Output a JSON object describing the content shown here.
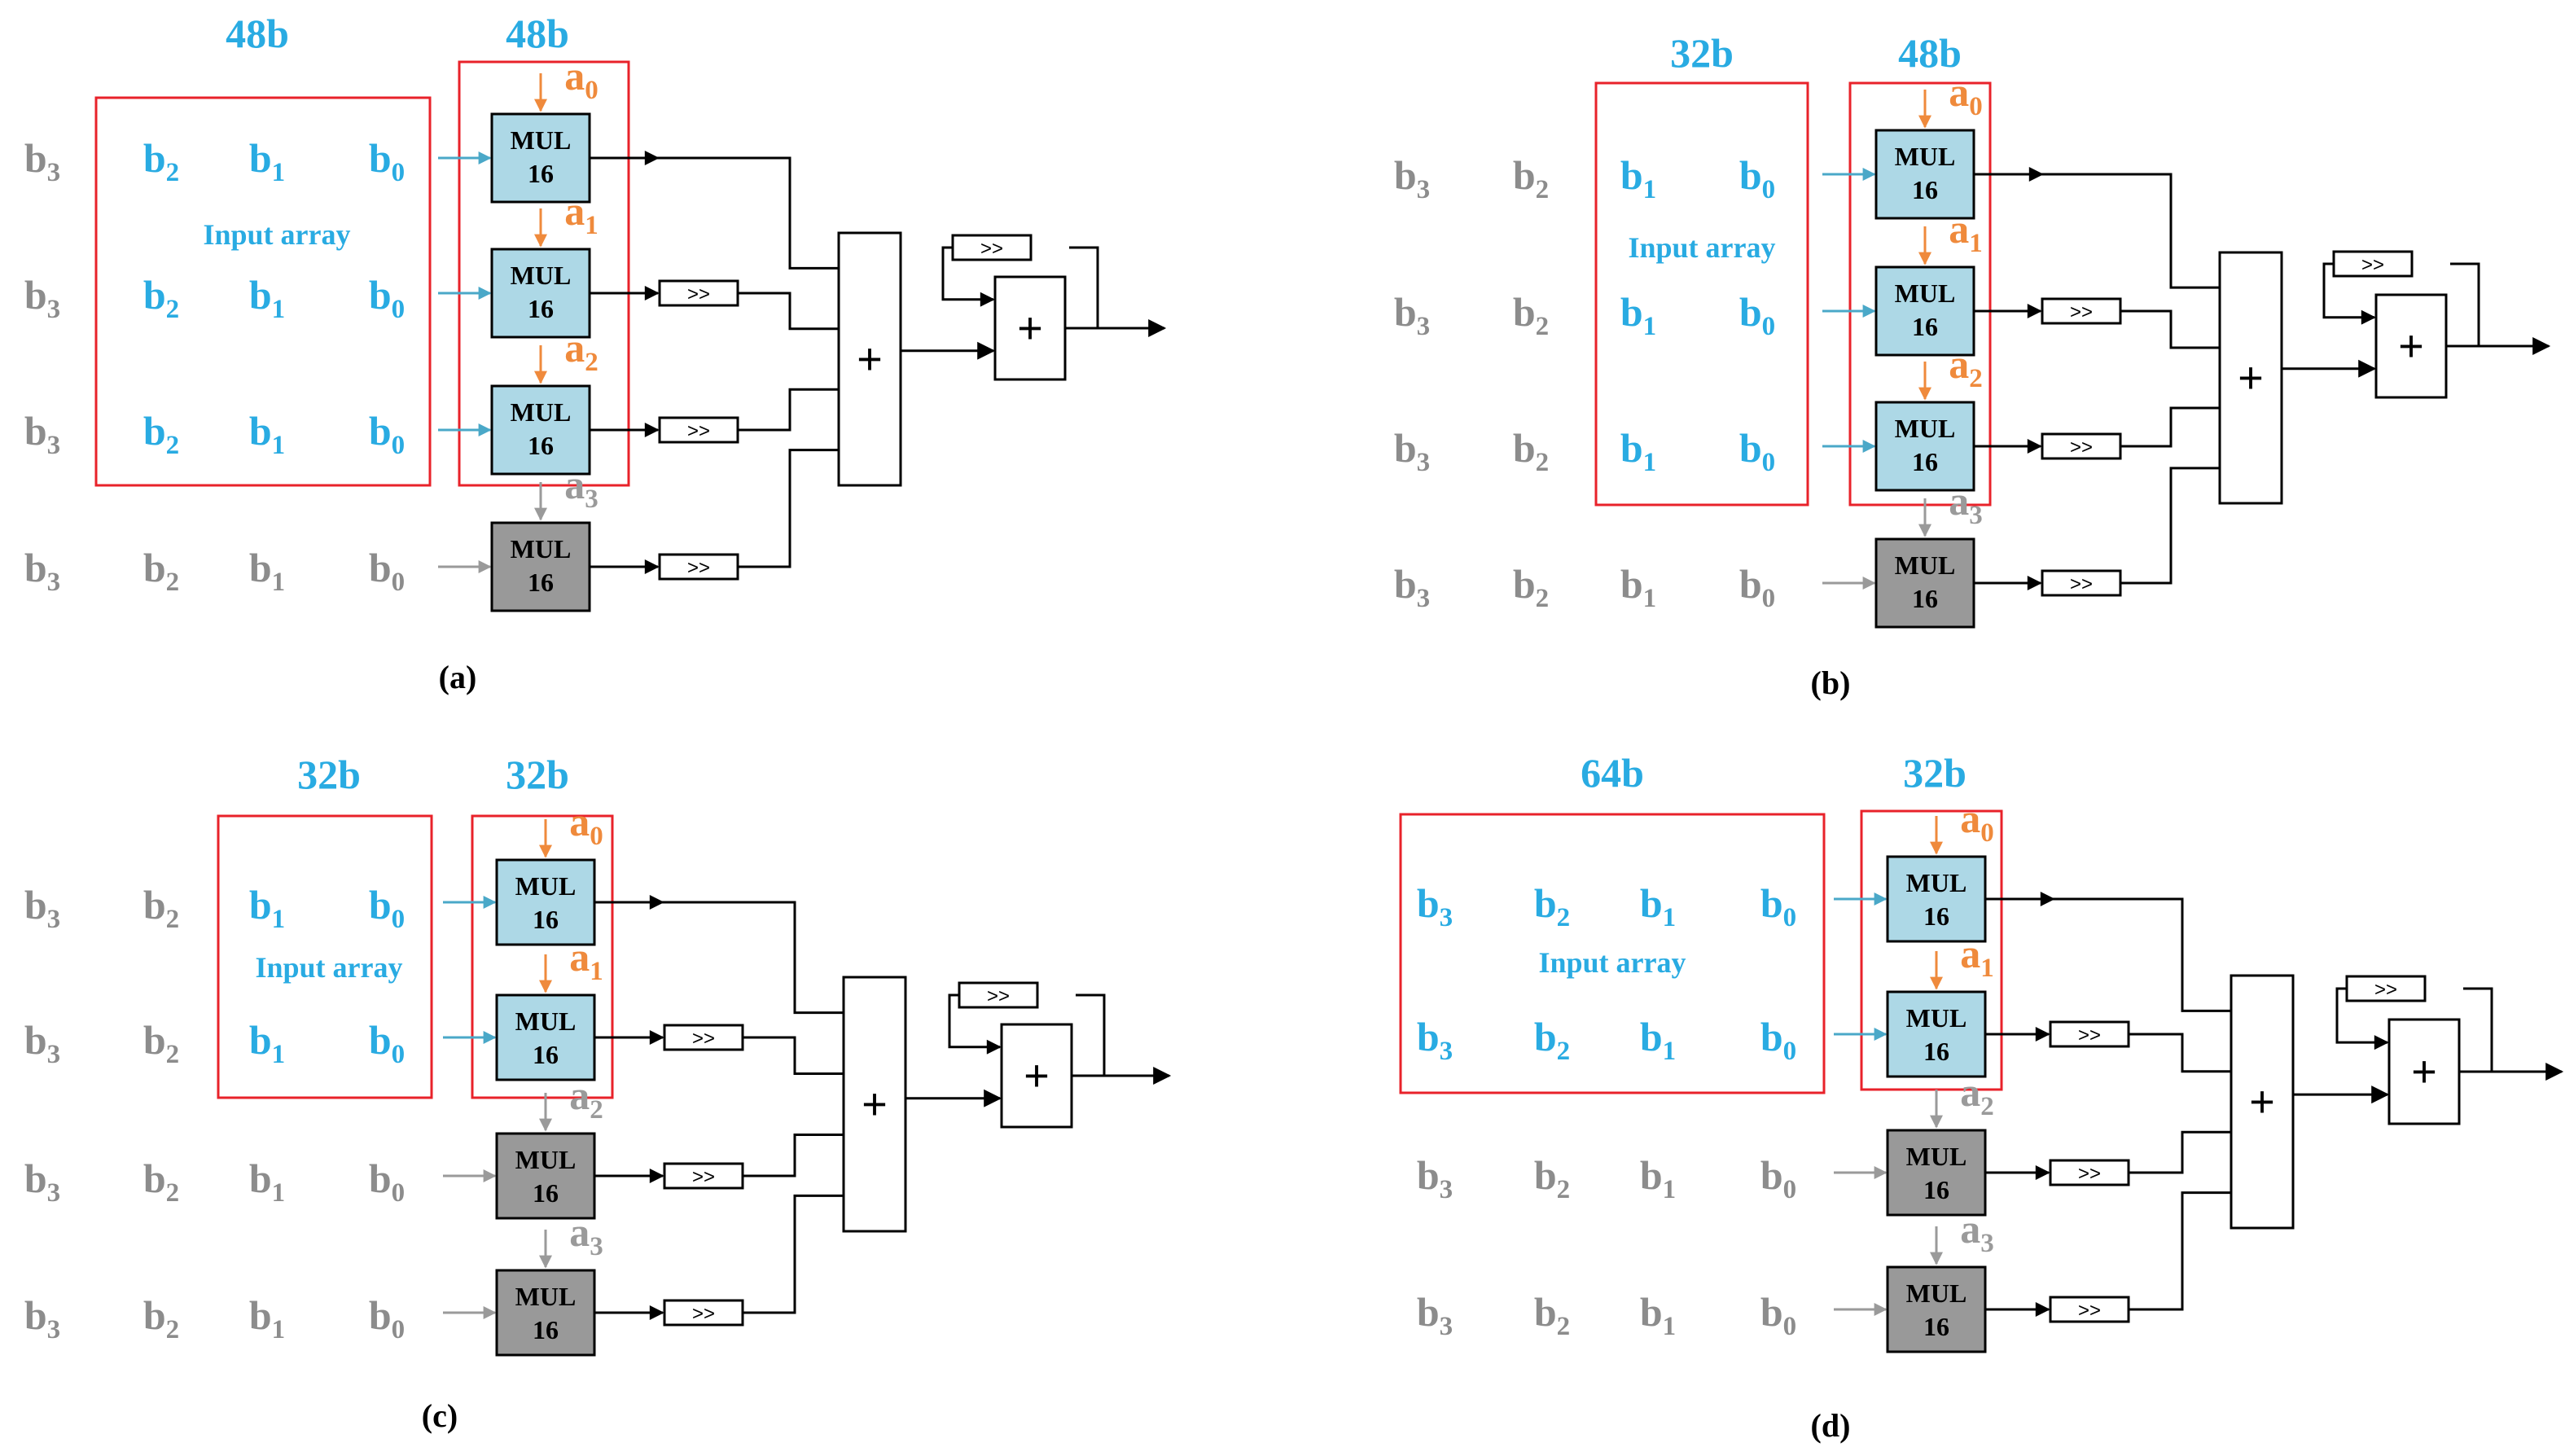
{
  "colors": {
    "active_text": "#29abe2",
    "inactive_text": "#8c8c8c",
    "coef_active": "#ef8a3c",
    "coef_inactive": "#9a9a9a",
    "mul_active_fill": "#add8e6",
    "mul_inactive_fill": "#999999",
    "frame": "#e8222a",
    "wire": "#000000"
  },
  "labels": {
    "input_array": "Input  array",
    "mul_line1": "MUL",
    "mul_line2": "16",
    "shift": ">>",
    "plus": "+"
  },
  "panels": [
    {
      "caption": "(a)",
      "input_width": "48b",
      "coef_width": "48b",
      "rows": [
        {
          "b": [
            {
              "t": "b",
              "s": "3",
              "on": false
            },
            {
              "t": "b",
              "s": "2",
              "on": true
            },
            {
              "t": "b",
              "s": "1",
              "on": true
            },
            {
              "t": "b",
              "s": "0",
              "on": true
            }
          ],
          "coef": {
            "t": "a",
            "s": "0",
            "on": true
          },
          "mul_active": true
        },
        {
          "b": [
            {
              "t": "b",
              "s": "3",
              "on": false
            },
            {
              "t": "b",
              "s": "2",
              "on": true
            },
            {
              "t": "b",
              "s": "1",
              "on": true
            },
            {
              "t": "b",
              "s": "0",
              "on": true
            }
          ],
          "coef": {
            "t": "a",
            "s": "1",
            "on": true
          },
          "mul_active": true
        },
        {
          "b": [
            {
              "t": "b",
              "s": "3",
              "on": false
            },
            {
              "t": "b",
              "s": "2",
              "on": true
            },
            {
              "t": "b",
              "s": "1",
              "on": true
            },
            {
              "t": "b",
              "s": "0",
              "on": true
            }
          ],
          "coef": {
            "t": "a",
            "s": "2",
            "on": true
          },
          "mul_active": true
        },
        {
          "b": [
            {
              "t": "b",
              "s": "3",
              "on": false
            },
            {
              "t": "b",
              "s": "2",
              "on": false
            },
            {
              "t": "b",
              "s": "1",
              "on": false
            },
            {
              "t": "b",
              "s": "0",
              "on": false
            }
          ],
          "coef": {
            "t": "a",
            "s": "3",
            "on": false
          },
          "mul_active": false
        }
      ]
    },
    {
      "caption": "(b)",
      "input_width": "32b",
      "coef_width": "48b",
      "rows": [
        {
          "b": [
            {
              "t": "b",
              "s": "3",
              "on": false
            },
            {
              "t": "b",
              "s": "2",
              "on": false
            },
            {
              "t": "b",
              "s": "1",
              "on": true
            },
            {
              "t": "b",
              "s": "0",
              "on": true
            }
          ],
          "coef": {
            "t": "a",
            "s": "0",
            "on": true
          },
          "mul_active": true
        },
        {
          "b": [
            {
              "t": "b",
              "s": "3",
              "on": false
            },
            {
              "t": "b",
              "s": "2",
              "on": false
            },
            {
              "t": "b",
              "s": "1",
              "on": true
            },
            {
              "t": "b",
              "s": "0",
              "on": true
            }
          ],
          "coef": {
            "t": "a",
            "s": "1",
            "on": true
          },
          "mul_active": true
        },
        {
          "b": [
            {
              "t": "b",
              "s": "3",
              "on": false
            },
            {
              "t": "b",
              "s": "2",
              "on": false
            },
            {
              "t": "b",
              "s": "1",
              "on": true
            },
            {
              "t": "b",
              "s": "0",
              "on": true
            }
          ],
          "coef": {
            "t": "a",
            "s": "2",
            "on": true
          },
          "mul_active": true
        },
        {
          "b": [
            {
              "t": "b",
              "s": "3",
              "on": false
            },
            {
              "t": "b",
              "s": "2",
              "on": false
            },
            {
              "t": "b",
              "s": "1",
              "on": false
            },
            {
              "t": "b",
              "s": "0",
              "on": false
            }
          ],
          "coef": {
            "t": "a",
            "s": "3",
            "on": false
          },
          "mul_active": false
        }
      ]
    },
    {
      "caption": "(c)",
      "input_width": "32b",
      "coef_width": "32b",
      "rows": [
        {
          "b": [
            {
              "t": "b",
              "s": "3",
              "on": false
            },
            {
              "t": "b",
              "s": "2",
              "on": false
            },
            {
              "t": "b",
              "s": "1",
              "on": true
            },
            {
              "t": "b",
              "s": "0",
              "on": true
            }
          ],
          "coef": {
            "t": "a",
            "s": "0",
            "on": true
          },
          "mul_active": true
        },
        {
          "b": [
            {
              "t": "b",
              "s": "3",
              "on": false
            },
            {
              "t": "b",
              "s": "2",
              "on": false
            },
            {
              "t": "b",
              "s": "1",
              "on": true
            },
            {
              "t": "b",
              "s": "0",
              "on": true
            }
          ],
          "coef": {
            "t": "a",
            "s": "1",
            "on": true
          },
          "mul_active": true
        },
        {
          "b": [
            {
              "t": "b",
              "s": "3",
              "on": false
            },
            {
              "t": "b",
              "s": "2",
              "on": false
            },
            {
              "t": "b",
              "s": "1",
              "on": false
            },
            {
              "t": "b",
              "s": "0",
              "on": false
            }
          ],
          "coef": {
            "t": "a",
            "s": "2",
            "on": false
          },
          "mul_active": false
        },
        {
          "b": [
            {
              "t": "b",
              "s": "3",
              "on": false
            },
            {
              "t": "b",
              "s": "2",
              "on": false
            },
            {
              "t": "b",
              "s": "1",
              "on": false
            },
            {
              "t": "b",
              "s": "0",
              "on": false
            }
          ],
          "coef": {
            "t": "a",
            "s": "3",
            "on": false
          },
          "mul_active": false
        }
      ]
    },
    {
      "caption": "(d)",
      "input_width": "64b",
      "coef_width": "32b",
      "rows": [
        {
          "b": [
            {
              "t": "b",
              "s": "3",
              "on": true
            },
            {
              "t": "b",
              "s": "2",
              "on": true
            },
            {
              "t": "b",
              "s": "1",
              "on": true
            },
            {
              "t": "b",
              "s": "0",
              "on": true
            }
          ],
          "coef": {
            "t": "a",
            "s": "0",
            "on": true
          },
          "mul_active": true
        },
        {
          "b": [
            {
              "t": "b",
              "s": "3",
              "on": true
            },
            {
              "t": "b",
              "s": "2",
              "on": true
            },
            {
              "t": "b",
              "s": "1",
              "on": true
            },
            {
              "t": "b",
              "s": "0",
              "on": true
            }
          ],
          "coef": {
            "t": "a",
            "s": "1",
            "on": true
          },
          "mul_active": true
        },
        {
          "b": [
            {
              "t": "b",
              "s": "3",
              "on": false
            },
            {
              "t": "b",
              "s": "2",
              "on": false
            },
            {
              "t": "b",
              "s": "1",
              "on": false
            },
            {
              "t": "b",
              "s": "0",
              "on": false
            }
          ],
          "coef": {
            "t": "a",
            "s": "2",
            "on": false
          },
          "mul_active": false
        },
        {
          "b": [
            {
              "t": "b",
              "s": "3",
              "on": false
            },
            {
              "t": "b",
              "s": "2",
              "on": false
            },
            {
              "t": "b",
              "s": "1",
              "on": false
            },
            {
              "t": "b",
              "s": "0",
              "on": false
            }
          ],
          "coef": {
            "t": "a",
            "s": "3",
            "on": false
          },
          "mul_active": false
        }
      ]
    }
  ]
}
